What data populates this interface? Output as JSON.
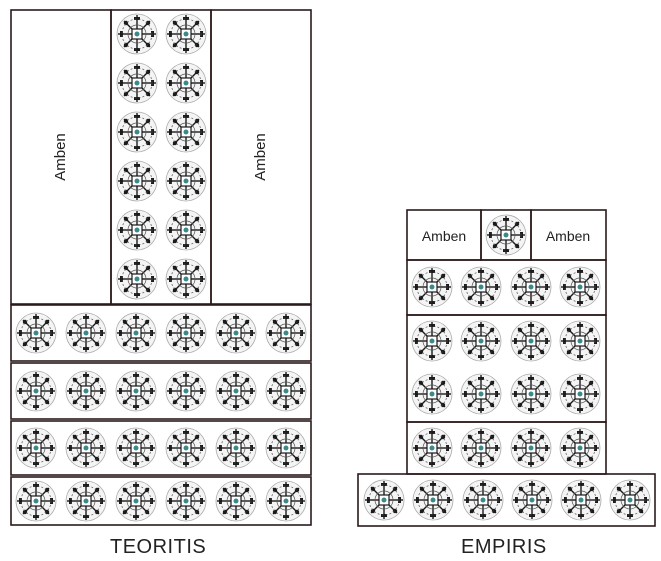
{
  "left_diagram": {
    "caption": "TEORITIS",
    "amben_left": "Amben",
    "amben_right": "Amben"
  },
  "right_diagram": {
    "caption": "EMPIRIS",
    "amben_left": "Amben",
    "amben_right": "Amben"
  },
  "colors": {
    "outline": "#2b1a1a",
    "wheel_dark": "#1a1a1a",
    "wheel_accent": "#3a8a8a"
  },
  "icon_name": "wheel-pattern-icon"
}
